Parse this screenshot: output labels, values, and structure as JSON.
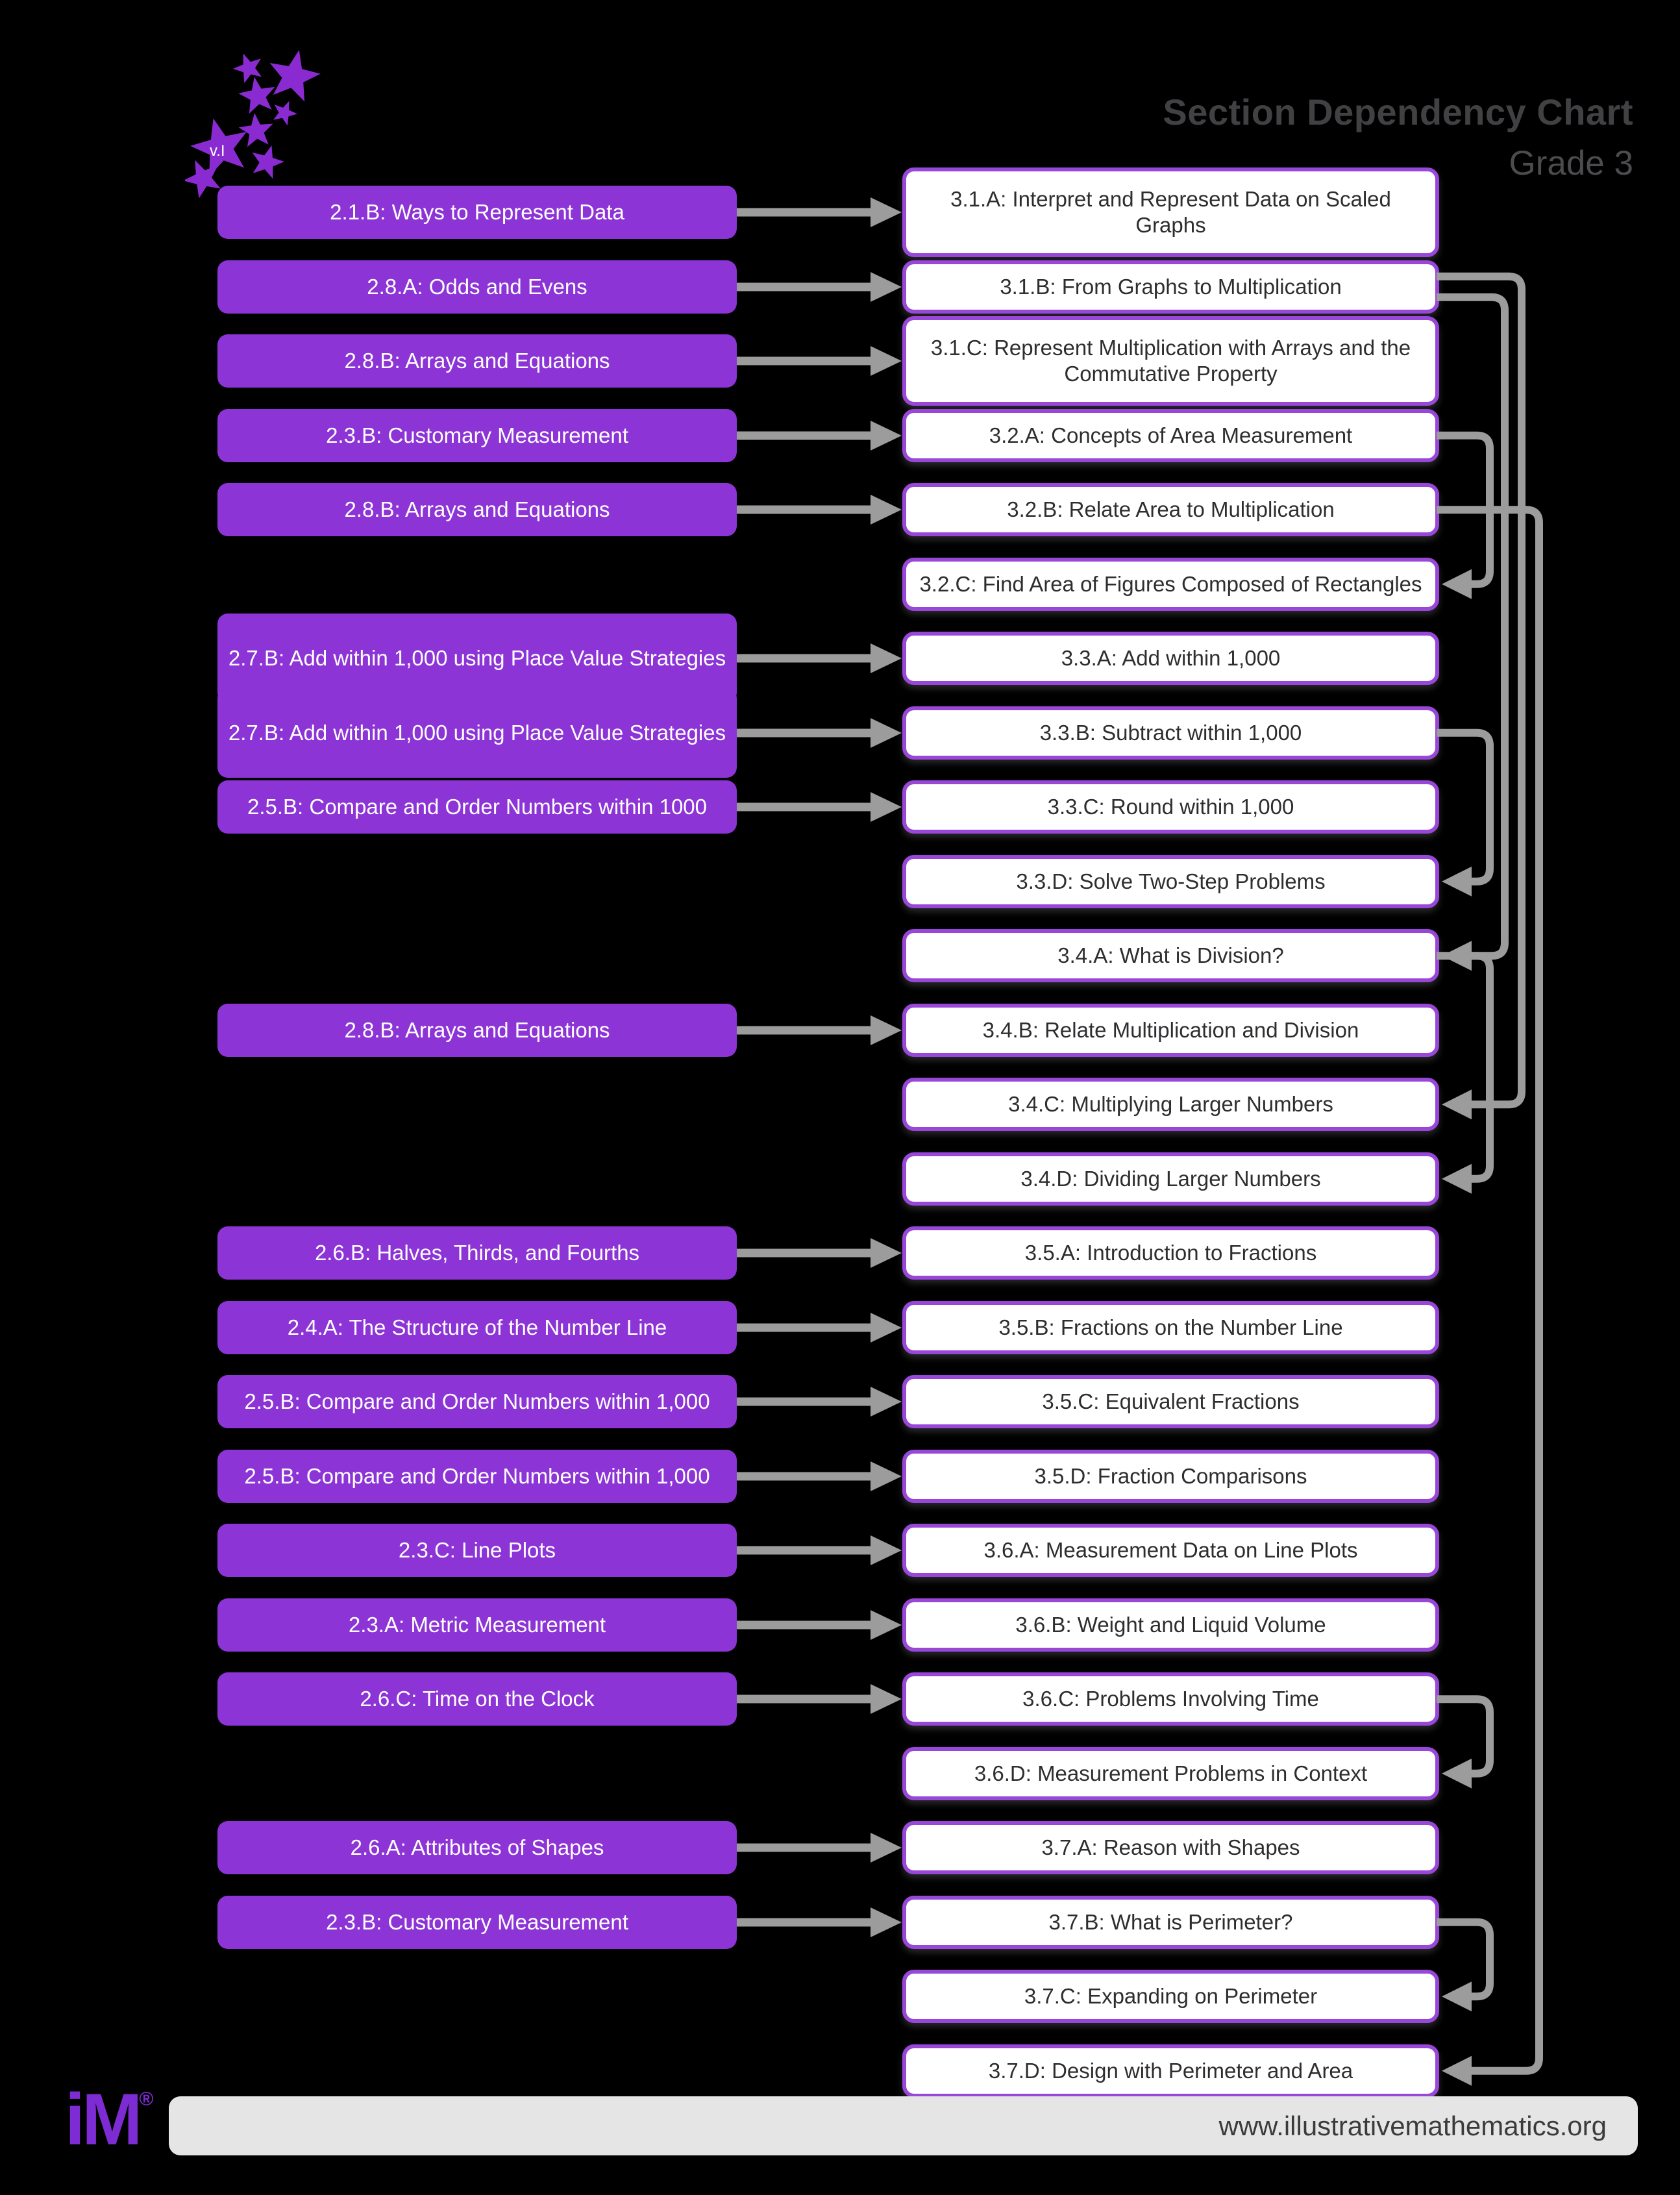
{
  "header": {
    "title": "Section Dependency Chart",
    "subtitle": "Grade 3"
  },
  "logo": {
    "badge_text": "v.I"
  },
  "footer": {
    "url": "www.illustrativemathematics.org",
    "logo_text": "iM",
    "logo_reg": "®"
  },
  "colors": {
    "background": "#000000",
    "grade2_box": "#8d34d7",
    "grade3_box_border": "#9847d8",
    "connector": "#9c9c9c",
    "title_text": "#414144",
    "footer_bg": "#e6e5e6",
    "footer_text": "#3b3b3d",
    "logo_purple": "#7d2bd2"
  },
  "rows": [
    {
      "id": "3.1.A",
      "grade2": {
        "label": "2.1.B: Ways to Represent Data"
      },
      "grade3": {
        "label": "3.1.A: Interpret and Represent Data on Scaled Graphs",
        "two_line": true
      }
    },
    {
      "id": "3.1.B",
      "grade2": {
        "label": "2.8.A: Odds and Evens"
      },
      "grade3": {
        "label": "3.1.B: From Graphs to Multiplication"
      }
    },
    {
      "id": "3.1.C",
      "grade2": {
        "label": "2.8.B: Arrays and Equations"
      },
      "grade3": {
        "label": "3.1.C: Represent Multiplication with Arrays and the Commutative Property",
        "two_line": true
      }
    },
    {
      "id": "3.2.A",
      "grade2": {
        "label": "2.3.B: Customary Measurement"
      },
      "grade3": {
        "label": "3.2.A: Concepts of Area Measurement"
      }
    },
    {
      "id": "3.2.B",
      "grade2": {
        "label": "2.8.B: Arrays and Equations"
      },
      "grade3": {
        "label": "3.2.B: Relate Area to Multiplication"
      }
    },
    {
      "id": "3.2.C",
      "grade3": {
        "label": "3.2.C: Find Area of Figures Composed of Rectangles"
      }
    },
    {
      "id": "3.3.A",
      "grade2": {
        "label": "2.7.B: Add within 1,000 using Place Value Strategies",
        "two_line": true
      },
      "grade3": {
        "label": "3.3.A: Add within 1,000"
      }
    },
    {
      "id": "3.3.B",
      "grade2": {
        "label": "2.7.B: Add within 1,000 using Place Value Strategies",
        "two_line": true
      },
      "grade3": {
        "label": "3.3.B: Subtract within 1,000"
      }
    },
    {
      "id": "3.3.C",
      "grade2": {
        "label": "2.5.B: Compare and Order Numbers within 1000"
      },
      "grade3": {
        "label": "3.3.C: Round within 1,000"
      }
    },
    {
      "id": "3.3.D",
      "grade3": {
        "label": "3.3.D: Solve Two-Step Problems"
      }
    },
    {
      "id": "3.4.A",
      "grade3": {
        "label": "3.4.A: What is Division?"
      }
    },
    {
      "id": "3.4.B",
      "grade2": {
        "label": "2.8.B: Arrays and Equations"
      },
      "grade3": {
        "label": "3.4.B: Relate Multiplication and Division"
      }
    },
    {
      "id": "3.4.C",
      "grade3": {
        "label": "3.4.C: Multiplying Larger Numbers"
      }
    },
    {
      "id": "3.4.D",
      "grade3": {
        "label": "3.4.D: Dividing Larger Numbers"
      }
    },
    {
      "id": "3.5.A",
      "grade2": {
        "label": "2.6.B: Halves, Thirds, and Fourths"
      },
      "grade3": {
        "label": "3.5.A: Introduction to Fractions"
      }
    },
    {
      "id": "3.5.B",
      "grade2": {
        "label": "2.4.A: The Structure of the Number Line"
      },
      "grade3": {
        "label": "3.5.B: Fractions on the Number Line"
      }
    },
    {
      "id": "3.5.C",
      "grade2": {
        "label": "2.5.B: Compare and Order Numbers within 1,000"
      },
      "grade3": {
        "label": "3.5.C: Equivalent Fractions"
      }
    },
    {
      "id": "3.5.D",
      "grade2": {
        "label": "2.5.B: Compare and Order Numbers within 1,000"
      },
      "grade3": {
        "label": "3.5.D: Fraction Comparisons"
      }
    },
    {
      "id": "3.6.A",
      "grade2": {
        "label": "2.3.C: Line Plots"
      },
      "grade3": {
        "label": "3.6.A: Measurement Data on Line Plots"
      }
    },
    {
      "id": "3.6.B",
      "grade2": {
        "label": "2.3.A: Metric Measurement"
      },
      "grade3": {
        "label": "3.6.B: Weight and Liquid Volume"
      }
    },
    {
      "id": "3.6.C",
      "grade2": {
        "label": "2.6.C: Time on the Clock"
      },
      "grade3": {
        "label": "3.6.C: Problems Involving Time"
      }
    },
    {
      "id": "3.6.D",
      "grade3": {
        "label": "3.6.D: Measurement Problems in Context"
      }
    },
    {
      "id": "3.7.A",
      "grade2": {
        "label": "2.6.A: Attributes of Shapes"
      },
      "grade3": {
        "label": "3.7.A: Reason with Shapes"
      }
    },
    {
      "id": "3.7.B",
      "grade2": {
        "label": "2.3.B: Customary Measurement"
      },
      "grade3": {
        "label": "3.7.B: What is Perimeter?"
      }
    },
    {
      "id": "3.7.C",
      "grade3": {
        "label": "3.7.C: Expanding on Perimeter"
      }
    },
    {
      "id": "3.7.D",
      "grade3": {
        "label": "3.7.D: Design with Perimeter and Area"
      }
    }
  ],
  "edges": [
    {
      "from": "3.2.A",
      "to": "3.2.C",
      "lane": 0
    },
    {
      "from": "3.3.B",
      "to": "3.3.D",
      "lane": 0
    },
    {
      "from": "3.4.A",
      "to": "3.4.D",
      "lane": 0
    },
    {
      "from": "3.6.C",
      "to": "3.6.D",
      "lane": 0
    },
    {
      "from": "3.7.B",
      "to": "3.7.C",
      "lane": 0
    },
    {
      "from": "3.1.B",
      "to": "3.4.A",
      "lane": 1,
      "src_dy": 16
    },
    {
      "from": "3.1.B",
      "to": "3.4.C",
      "lane": 2,
      "src_dy": -16
    },
    {
      "from": "3.2.B",
      "to": "3.7.D",
      "lane": 3
    }
  ]
}
